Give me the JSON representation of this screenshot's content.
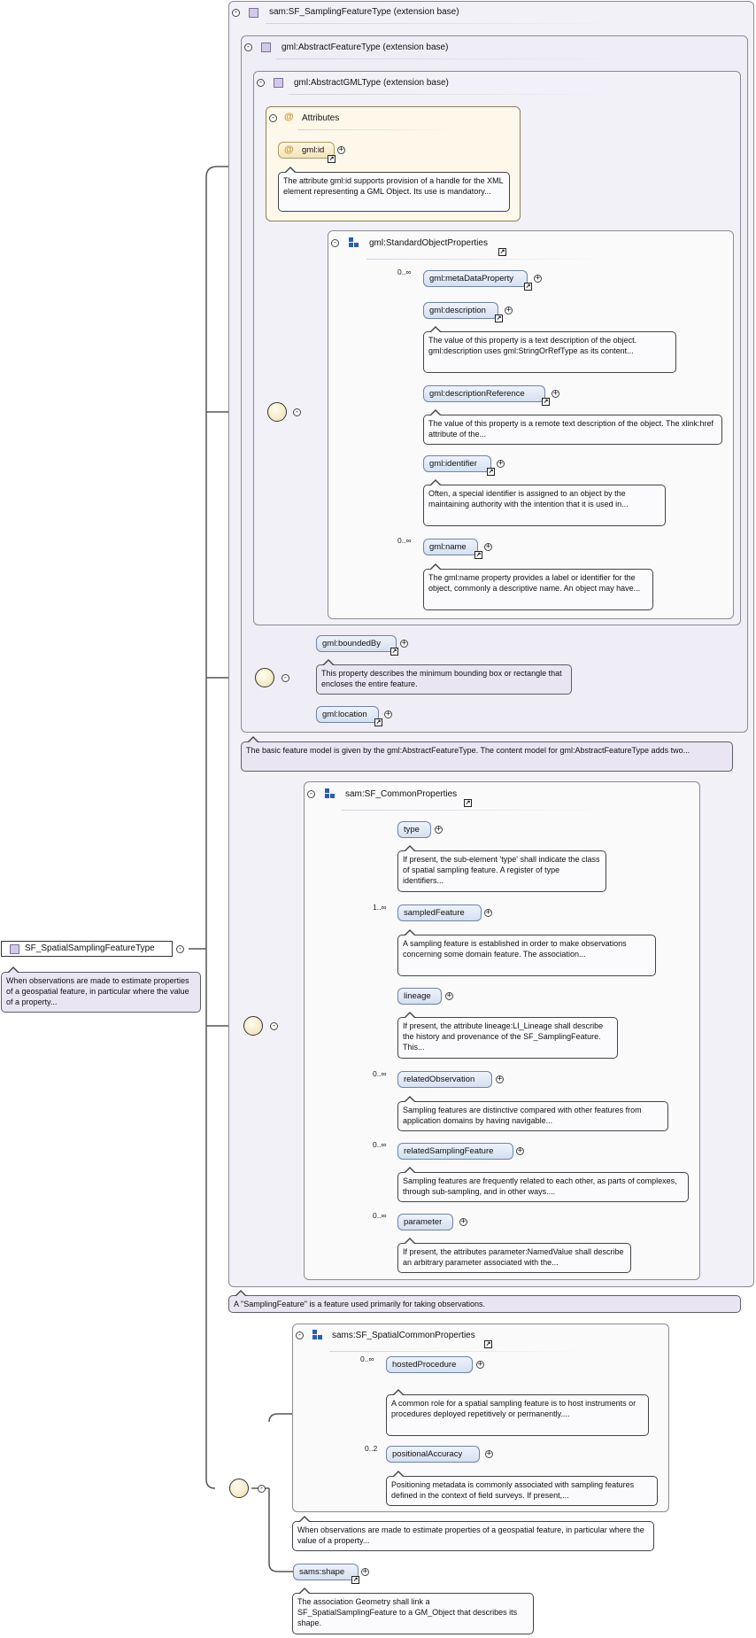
{
  "root": {
    "label": "SF_SpatialSamplingFeatureType",
    "doc": "When observations are made to estimate properties of a geospatial feature, in particular where the value of a property..."
  },
  "sam_ext": {
    "title": "sam:SF_SamplingFeatureType (extension base)",
    "doc": "A \"SamplingFeature\" is a feature used primarily for taking observations."
  },
  "gml_feature_ext": {
    "title": "gml:AbstractFeatureType (extension base)",
    "doc": "The basic feature model is given by the gml:AbstractFeatureType. The content model for gml:AbstractFeatureType adds two..."
  },
  "gml_abstract_ext": {
    "title": "gml:AbstractGMLType (extension base)"
  },
  "attributes": {
    "title": "Attributes",
    "id_label": "gml:id",
    "id_doc": "The attribute gml:id supports provision of a handle for the XML element representing a GML Object. Its use is mandatory..."
  },
  "std_props": {
    "title": "gml:StandardObjectProperties",
    "items": [
      {
        "label": "gml:metaDataProperty",
        "card": "0..∞",
        "doc": ""
      },
      {
        "label": "gml:description",
        "card": "",
        "doc": "The value of this property is a text description of the object. gml:description uses gml:StringOrRefType as its content..."
      },
      {
        "label": "gml:descriptionReference",
        "card": "",
        "doc": "The value of this property is a remote text description of the object. The xlink:href attribute of the..."
      },
      {
        "label": "gml:identifier",
        "card": "",
        "doc": "Often, a special identifier is assigned to an object by the maintaining authority with the intention that it is used in..."
      },
      {
        "label": "gml:name",
        "card": "0..∞",
        "doc": "The gml:name property provides a label or identifier for the object, commonly a descriptive name. An object may have..."
      }
    ]
  },
  "feature_seq": {
    "bounded_label": "gml:boundedBy",
    "bounded_doc": "This property describes the minimum bounding box or rectangle that encloses the entire feature.",
    "location_label": "gml:location"
  },
  "common_props": {
    "title": "sam:SF_CommonProperties",
    "items": [
      {
        "label": "type",
        "card": "",
        "doc": "If present, the sub-element 'type' shall indicate the class of spatial sampling feature. A register of type identifiers..."
      },
      {
        "label": "sampledFeature",
        "card": "1..∞",
        "doc": "A sampling feature is established in order to make observations concerning some domain feature. The association..."
      },
      {
        "label": "lineage",
        "card": "",
        "doc": "If present, the attribute lineage:LI_Lineage shall describe the history and provenance of the SF_SamplingFeature. This..."
      },
      {
        "label": "relatedObservation",
        "card": "0..∞",
        "doc": "Sampling features are distinctive compared with other features from application domains by having navigable..."
      },
      {
        "label": "relatedSamplingFeature",
        "card": "0..∞",
        "doc": "Sampling features are frequently related to each other, as parts of complexes, through sub-sampling, and in other ways...."
      },
      {
        "label": "parameter",
        "card": "0..∞",
        "doc": "If present, the attributes parameter:NamedValue shall describe an arbitrary parameter associated with the..."
      }
    ]
  },
  "spatial_props": {
    "title": "sams:SF_SpatialCommonProperties",
    "items": [
      {
        "label": "hostedProcedure",
        "card": "0..∞",
        "doc": "A common role for a spatial sampling feature is to host instruments or procedures deployed repetitively or permanently...."
      },
      {
        "label": "positionalAccuracy",
        "card": "0..2",
        "doc": "Positioning metadata is commonly associated with sampling features defined in the context of field surveys. If present,..."
      }
    ],
    "doc": "When observations are made to estimate properties of a geospatial feature, in particular where the value of a property..."
  },
  "shape": {
    "label": "sams:shape",
    "doc": "The association Geometry shall link a SF_SpatialSamplingFeature to a GM_Object that describes its shape."
  },
  "icons": [
    "collapse-toggle-icon",
    "expand-toggle-icon",
    "reference-arrow-icon",
    "sequence-compositor-icon",
    "type-square-icon",
    "attribute-at-icon",
    "group-icon"
  ],
  "colors": {
    "element_fill": "#dbe4f2",
    "doc_fill": "#e9e5f2",
    "attr_fill": "#fdf8ea",
    "extension_fill": "#f3f1f8",
    "compositor_fill": "#ecdfaa"
  }
}
